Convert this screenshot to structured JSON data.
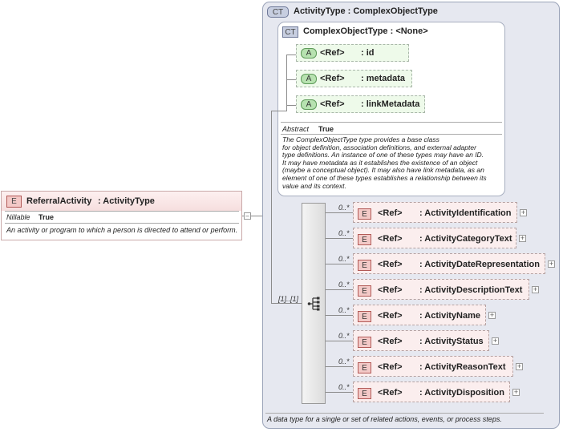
{
  "root_element": {
    "badge": "E",
    "name": "ReferralActivity",
    "type": ": ActivityType",
    "nillable_label": "Nillable",
    "nillable_value": "True",
    "doc": "An activity or program to which a person is directed to attend or perform."
  },
  "activity_type": {
    "badge": "CT",
    "title": "ActivityType : ComplexObjectType",
    "doc": "A data type for a single or set of related actions, events, or process steps."
  },
  "complex_object_type": {
    "badge": "CT",
    "title": "ComplexObjectType : <None>",
    "abstract_label": "Abstract",
    "abstract_value": "True",
    "doc_lines": [
      "The ComplexObjectType type provides a base class",
      "for object definition, association definitions, and external adapter",
      "type definitions. An instance of one of these types may have an ID.",
      "It may have metadata as it establishes the existence of an object",
      "(maybe a conceptual object). It may also have link metadata, as an",
      "element of one of these types establishes a relationship between its",
      "value and its context."
    ],
    "attributes": [
      {
        "badge": "A",
        "ref": "<Ref>",
        "name": ": id"
      },
      {
        "badge": "A",
        "ref": "<Ref>",
        "name": ": metadata"
      },
      {
        "badge": "A",
        "ref": "<Ref>",
        "name": ": linkMetadata"
      }
    ]
  },
  "sequence": {
    "occurrence": "[1]..[1]",
    "elements": [
      {
        "badge": "E",
        "occurrence": "0..*",
        "ref": "<Ref>",
        "name": ": ActivityIdentification",
        "plus": "+"
      },
      {
        "badge": "E",
        "occurrence": "0..*",
        "ref": "<Ref>",
        "name": ": ActivityCategoryText",
        "plus": "+"
      },
      {
        "badge": "E",
        "occurrence": "0..*",
        "ref": "<Ref>",
        "name": ": ActivityDateRepresentation",
        "plus": "+"
      },
      {
        "badge": "E",
        "occurrence": "0..*",
        "ref": "<Ref>",
        "name": ": ActivityDescriptionText",
        "plus": "+"
      },
      {
        "badge": "E",
        "occurrence": "0..*",
        "ref": "<Ref>",
        "name": ": ActivityName",
        "plus": "+"
      },
      {
        "badge": "E",
        "occurrence": "0..*",
        "ref": "<Ref>",
        "name": ": ActivityStatus",
        "plus": "+"
      },
      {
        "badge": "E",
        "occurrence": "0..*",
        "ref": "<Ref>",
        "name": ": ActivityReasonText",
        "plus": "+"
      },
      {
        "badge": "E",
        "occurrence": "0..*",
        "ref": "<Ref>",
        "name": ": ActivityDisposition",
        "plus": "+"
      }
    ]
  },
  "colors": {
    "element_fill": "#fbeeee",
    "attribute_fill": "#eefaea",
    "complex_type_fill": "#e6e8f0"
  }
}
